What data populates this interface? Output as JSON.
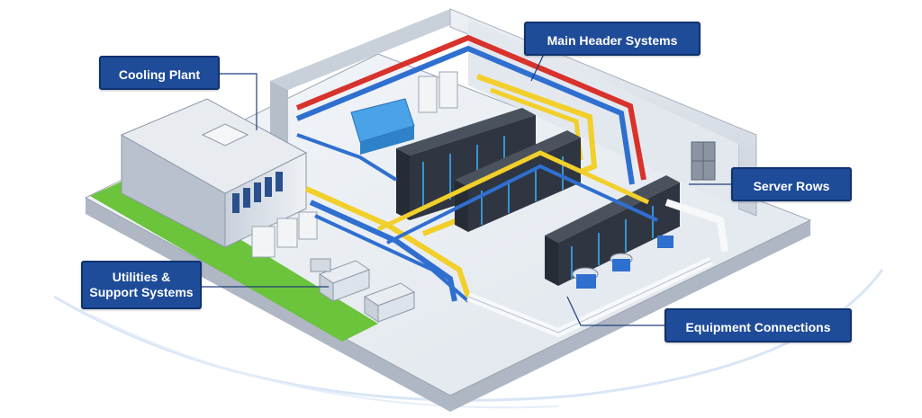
{
  "labels": {
    "cooling_plant": "Cooling Plant",
    "main_header_systems": "Main Header Systems",
    "server_rows": "Server Rows",
    "utilities_line1": "Utilities &",
    "utilities_line2": "Support Systems",
    "equipment_connections": "Equipment Connections"
  },
  "colors": {
    "label_bg": "#1f4c99",
    "label_border": "#0f326f",
    "pipe_red": "#d8322c",
    "pipe_blue": "#2f6fd0",
    "pipe_yellow": "#f2cf2a",
    "rack_dark": "#2f3641",
    "rack_led": "#3fb0ff",
    "grass": "#6cc33c",
    "floor": "#e9edf2",
    "wall": "#d6dce4"
  }
}
